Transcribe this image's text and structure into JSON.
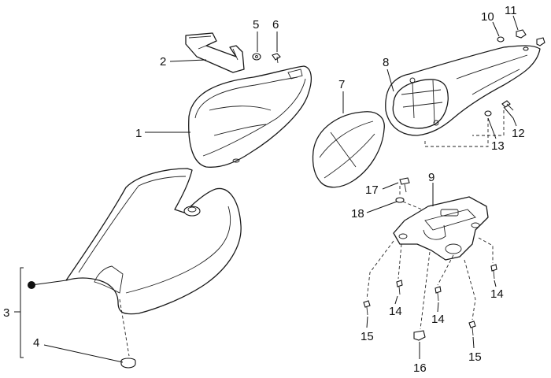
{
  "callouts": {
    "c1": "1",
    "c2": "2",
    "c3": "3",
    "c4": "4",
    "c5": "5",
    "c6": "6",
    "c7": "7",
    "c8": "8",
    "c9": "9",
    "c10": "10",
    "c11": "11",
    "c12": "12",
    "c13": "13",
    "c14a": "14",
    "c14b": "14",
    "c14c": "14",
    "c15a": "15",
    "c15b": "15",
    "c16": "16",
    "c17": "17",
    "c18": "18"
  }
}
